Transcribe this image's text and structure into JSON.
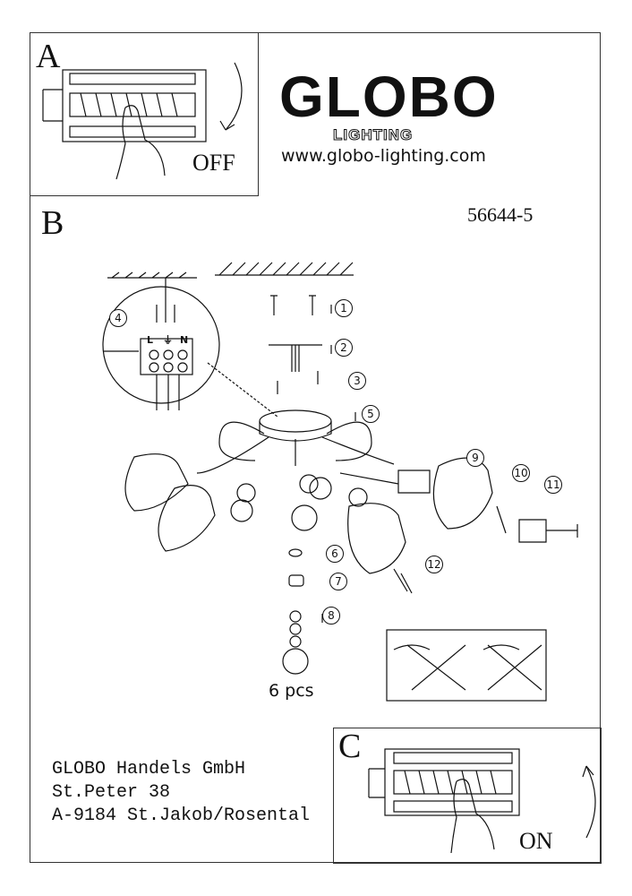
{
  "sections": {
    "a": "A",
    "b": "B",
    "c": "C"
  },
  "brand": {
    "logo": "GLOBO",
    "subtitle": "LIGHTING",
    "url": "www.globo-lighting.com"
  },
  "model_number": "56644-5",
  "switch_off_label": "OFF",
  "switch_on_label": "ON",
  "quantity_label": "6 pcs",
  "terminal_labels": {
    "live": "L",
    "earth": "⏚",
    "neutral": "N"
  },
  "steps": [
    "1",
    "2",
    "3",
    "4",
    "5",
    "6",
    "7",
    "8",
    "9",
    "10",
    "11",
    "12"
  ],
  "address": {
    "company": "GLOBO Handels GmbH",
    "street": "St.Peter 38",
    "city": "A-9184 St.Jakob/Rosental"
  }
}
